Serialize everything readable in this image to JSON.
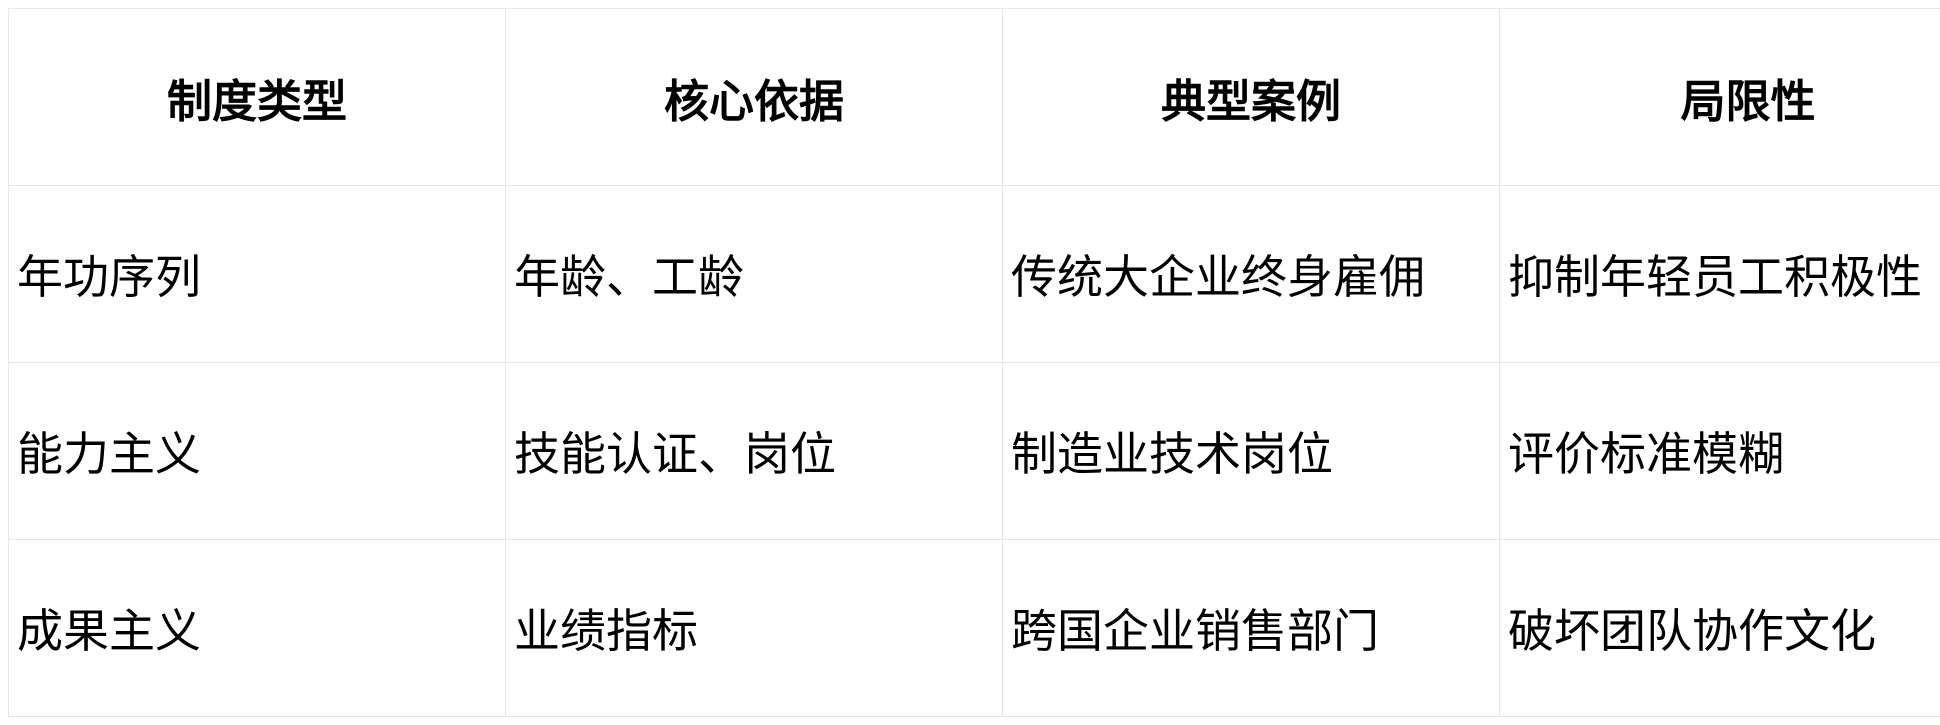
{
  "table": {
    "headers": [
      "制度类型",
      "核心依据",
      "典型案例",
      "局限性"
    ],
    "rows": [
      [
        "年功序列",
        "年龄、工龄",
        "传统大企业终身雇佣",
        "抑制年轻员工积极性"
      ],
      [
        "能力主义",
        "技能认证、岗位",
        "制造业技术岗位",
        "评价标准模糊"
      ],
      [
        "成果主义",
        "业绩指标",
        "跨国企业销售部门",
        "破坏团队协作文化"
      ]
    ]
  }
}
